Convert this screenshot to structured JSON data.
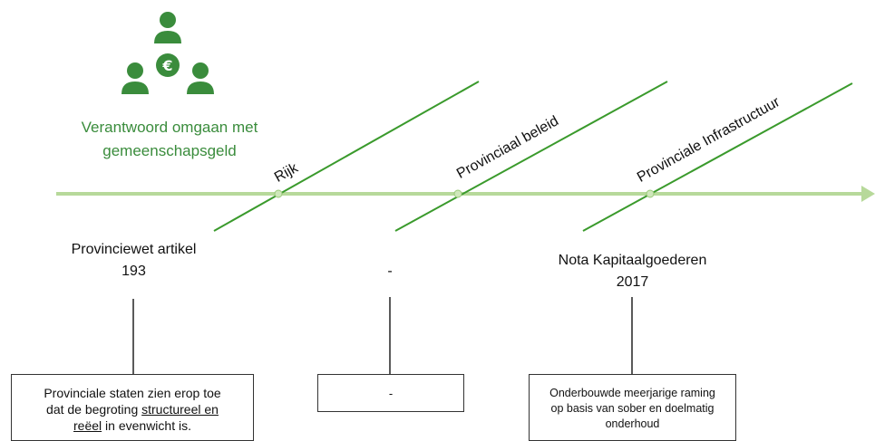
{
  "header": {
    "icon": "people-with-euro-icon",
    "tagline_line1": "Verantwoord omgaan met",
    "tagline_line2": "gemeenschapsgeld"
  },
  "colors": {
    "accent_green": "#3a8c3c",
    "timeline_green": "#b7d99a",
    "branch_green": "#3a9a2c"
  },
  "branches": [
    {
      "label": "Rijk",
      "source_line1": "Provinciewet artikel",
      "source_line2": "193",
      "box_text_1": "Provinciale staten zien erop toe",
      "box_text_2": "dat de begroting ",
      "box_text_u1": "structureel en",
      "box_text_u2": "reëel",
      "box_text_3": " in evenwicht is."
    },
    {
      "label": "Provinciaal beleid",
      "source_line1": "-",
      "box_text": "-"
    },
    {
      "label": "Provinciale Infrastructuur",
      "source_line1": "Nota Kapitaalgoederen",
      "source_line2": "2017",
      "box_text_1": "Onderbouwde meerjarige raming",
      "box_text_2": "op basis van sober en doelmatig",
      "box_text_3": "onderhoud"
    }
  ]
}
